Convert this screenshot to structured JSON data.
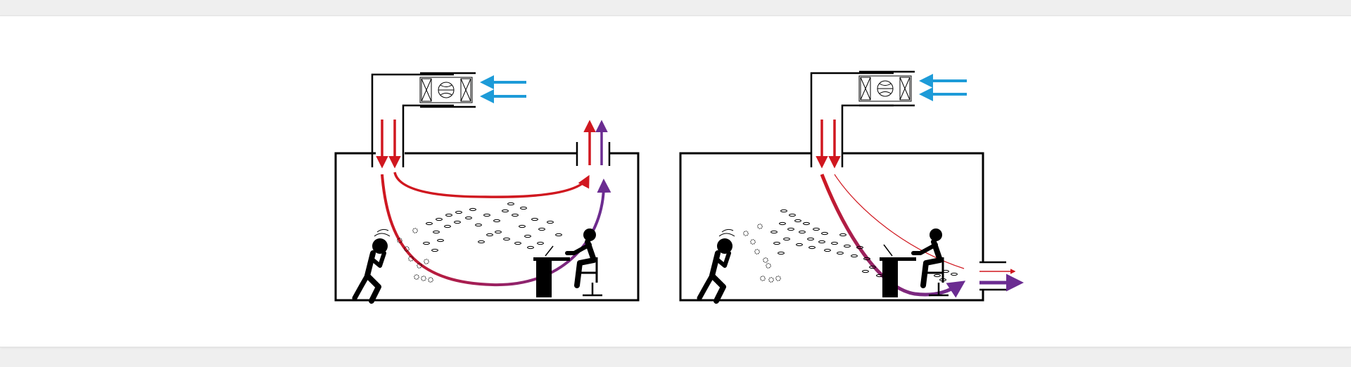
{
  "colors": {
    "supply_air": "#d0171f",
    "exhaust_air": "#6b2c91",
    "outdoor_air": "#1d9bd8",
    "outline": "#000000",
    "background": "#ffffff"
  },
  "panels": [
    {
      "name": "mixing-ventilation",
      "supply_diffusers": 2,
      "exhaust_location": "ceiling",
      "occupants": [
        "coughing-person",
        "seated-person-at-desk"
      ]
    },
    {
      "name": "displacement-ventilation",
      "supply_diffusers": 2,
      "exhaust_location": "low-wall",
      "occupants": [
        "coughing-person",
        "seated-person-at-desk"
      ]
    }
  ],
  "icons": {
    "air_handler": [
      "filter-icon",
      "fan-icon",
      "filter-icon"
    ],
    "person": "person-icon",
    "droplet": "droplet-icon",
    "aerosol": "aerosol-particle-icon"
  }
}
